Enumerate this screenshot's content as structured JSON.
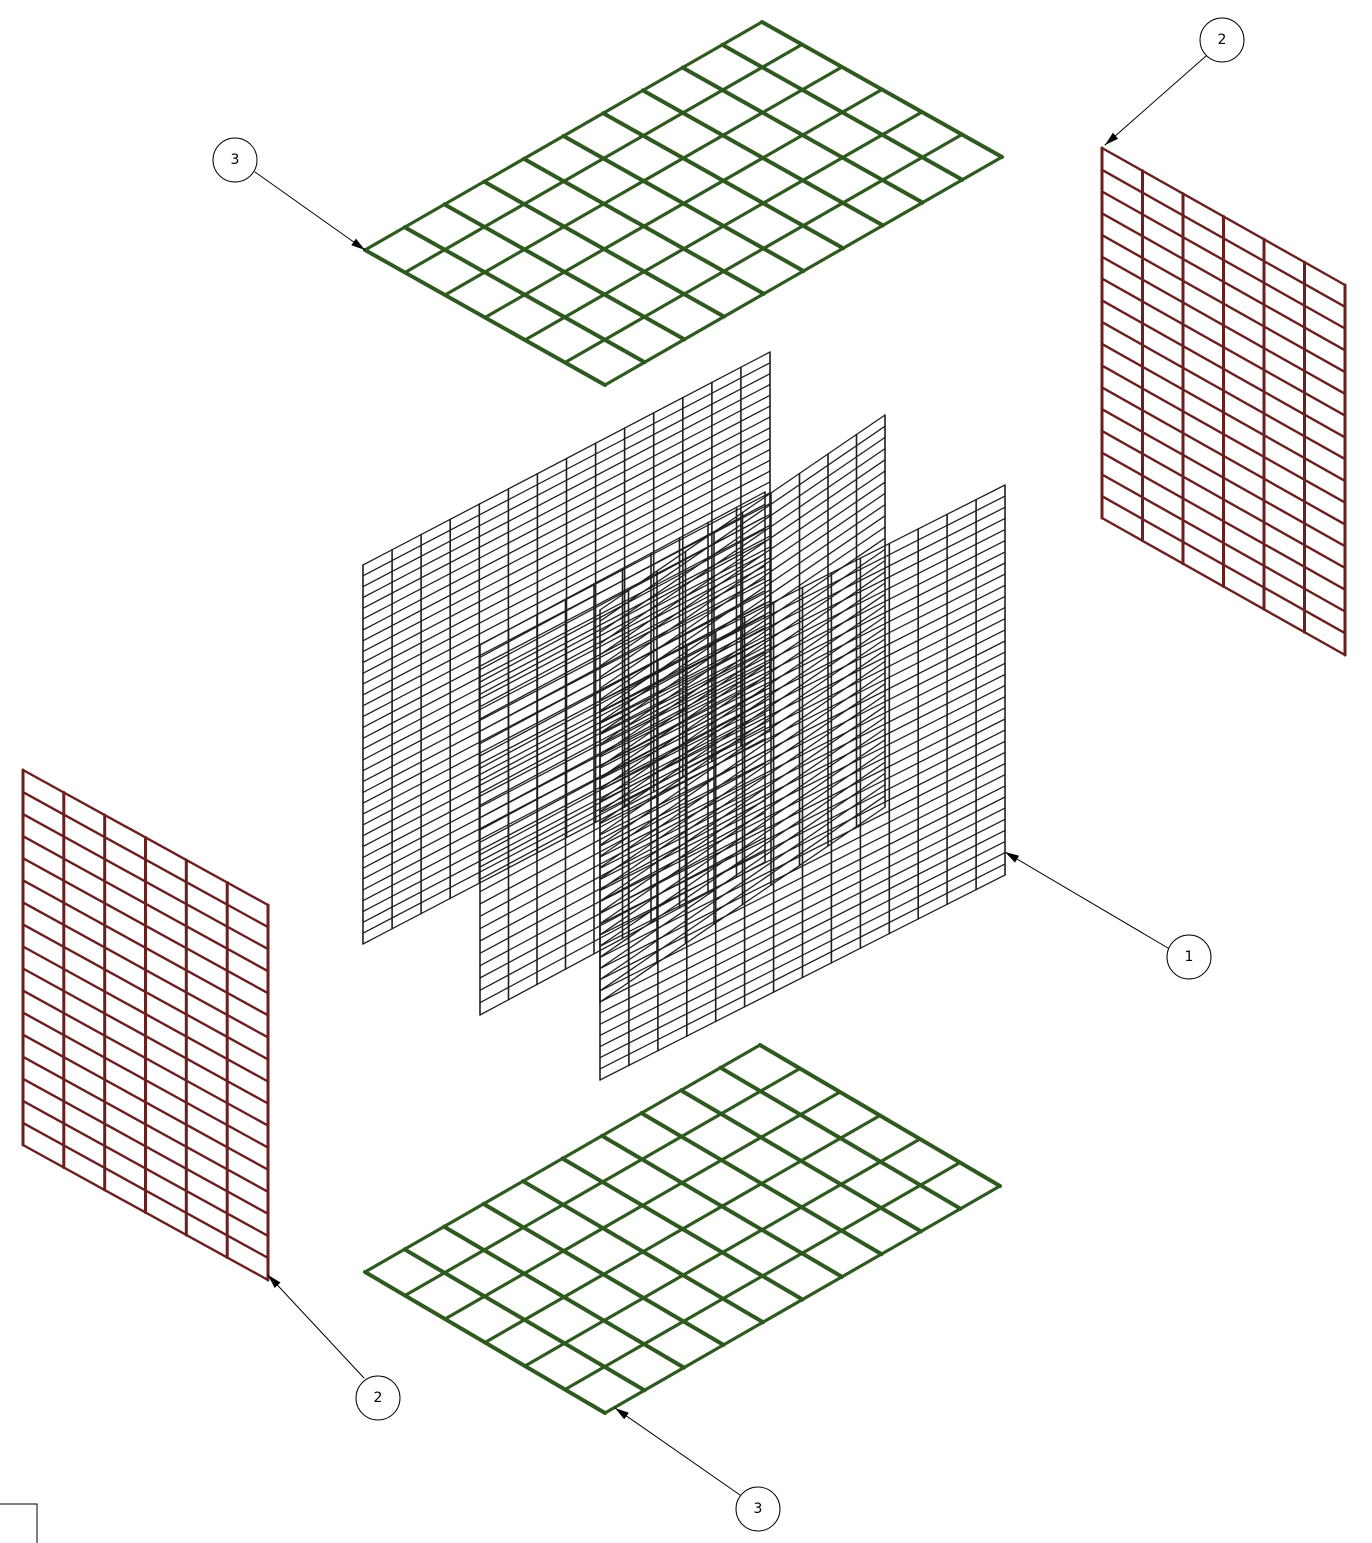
{
  "drawing": {
    "colors": {
      "mesh_panel_1": "#1f1f1f",
      "mesh_panel_2": "#6b1f1f",
      "mesh_panel_3": "#2e5a1f",
      "balloon": "#000000",
      "background": "#ffffff"
    },
    "panels": [
      {
        "id": "side-left",
        "item": "2",
        "cols": 6,
        "rows": 17
      },
      {
        "id": "side-right",
        "item": "2",
        "cols": 6,
        "rows": 17
      },
      {
        "id": "top",
        "item": "3",
        "cols": 10,
        "rows": 6
      },
      {
        "id": "bottom",
        "item": "3",
        "cols": 10,
        "rows": 6
      },
      {
        "id": "center-back",
        "item": "1",
        "cols": 14,
        "rows": 35
      },
      {
        "id": "center-left",
        "item": "1",
        "cols": 10,
        "rows": 30
      },
      {
        "id": "center-mid",
        "item": "1",
        "cols": 10,
        "rows": 35
      },
      {
        "id": "center-front",
        "item": "1",
        "cols": 14,
        "rows": 35
      }
    ],
    "balloons": [
      {
        "id": "balloon-2-top",
        "label": "2"
      },
      {
        "id": "balloon-3-top",
        "label": "3"
      },
      {
        "id": "balloon-1",
        "label": "1"
      },
      {
        "id": "balloon-2-bottom",
        "label": "2"
      },
      {
        "id": "balloon-3-bottom",
        "label": "3"
      }
    ]
  }
}
